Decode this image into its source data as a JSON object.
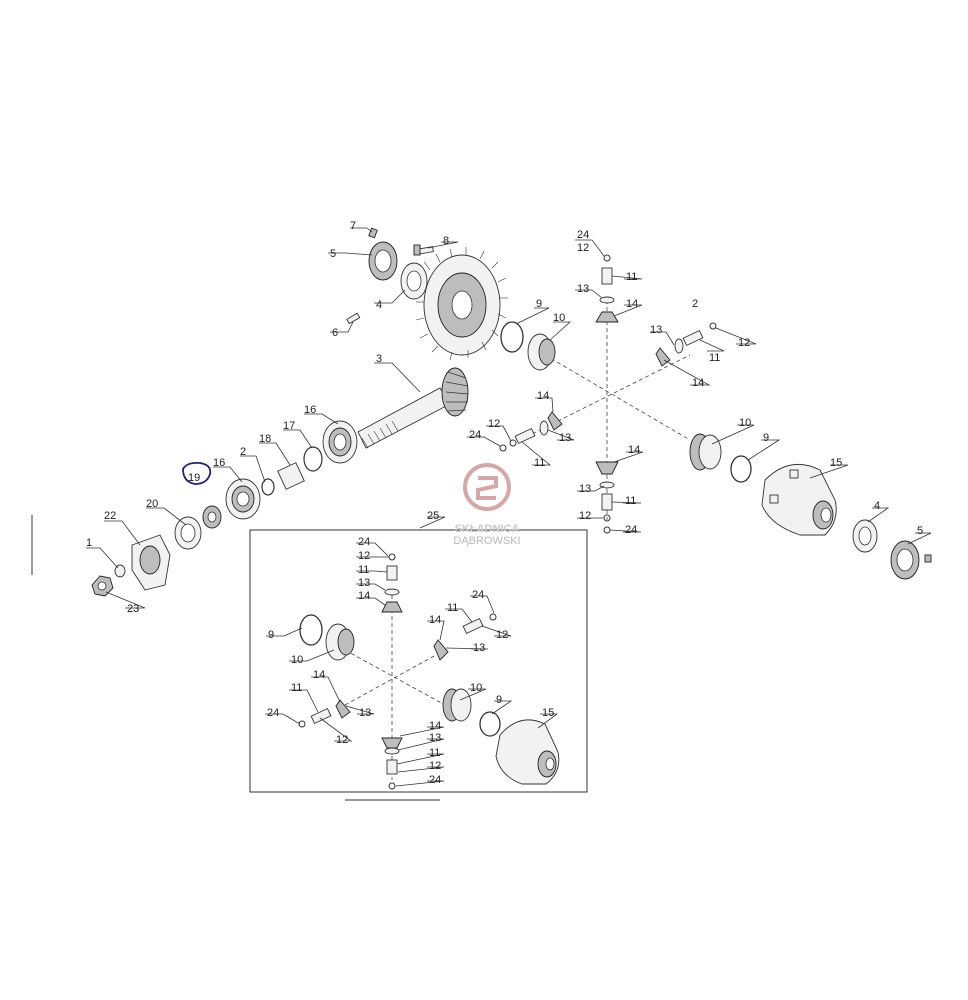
{
  "diagram": {
    "callouts": {
      "c1": "1",
      "c2": "2",
      "c3": "3",
      "c4a": "4",
      "c4b": "4",
      "c5a": "5",
      "c5b": "5",
      "c6": "6",
      "c7": "7",
      "c8": "8",
      "c9a": "9",
      "c9b": "9",
      "c9c": "9",
      "c9d": "9",
      "c10a": "10",
      "c10b": "10",
      "c10c": "10",
      "c10d": "10",
      "c11a": "11",
      "c11b": "11",
      "c11c": "11",
      "c11d": "11",
      "c11e": "11",
      "c11f": "11",
      "c11g": "11",
      "c11h": "11",
      "c12a": "12",
      "c12b": "12",
      "c12c": "12",
      "c12d": "12",
      "c12e": "12",
      "c12f": "12",
      "c12g": "12",
      "c12h": "12",
      "c13a": "13",
      "c13b": "13",
      "c13c": "13",
      "c13d": "13",
      "c13e": "13",
      "c13f": "13",
      "c13g": "13",
      "c13h": "13",
      "c14a": "14",
      "c14b": "14",
      "c14c": "14",
      "c14d": "14",
      "c14e": "14",
      "c14f": "14",
      "c14g": "14",
      "c14h": "14",
      "c15a": "15",
      "c15b": "15",
      "c16a": "16",
      "c16b": "16",
      "c17": "17",
      "c18": "18",
      "c19": "19",
      "c20": "20",
      "c22": "22",
      "c23": "23",
      "c24a": "24",
      "c24b": "24",
      "c24c": "24",
      "c24d": "24",
      "c24e": "24",
      "c24f": "24",
      "c24g": "24",
      "c24h": "2",
      "c25": "25"
    },
    "highlight_color": "#1a237e"
  },
  "watermark": {
    "brand": "SKŁADNICA",
    "sub": "DĄBROWSKI",
    "color": "#c98a8a"
  }
}
